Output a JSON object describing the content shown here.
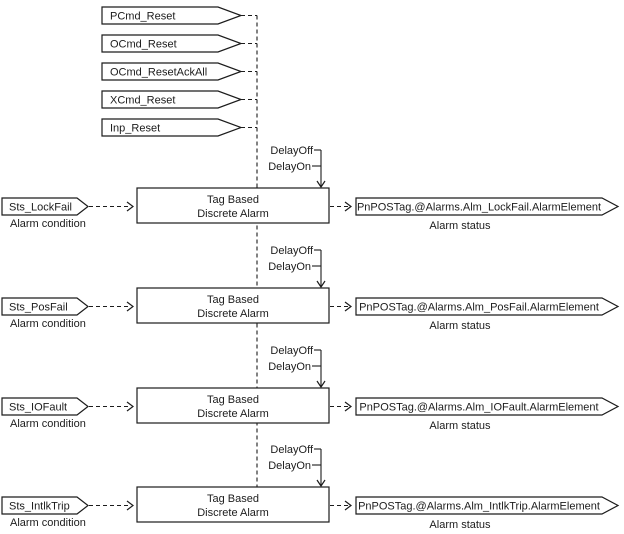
{
  "diagram": {
    "title_hidden": "",
    "reset_commands": [
      "PCmd_Reset",
      "OCmd_Reset",
      "OCmd_ResetAckAll",
      "XCmd_Reset",
      "Inp_Reset"
    ],
    "block": {
      "line1": "Tag Based",
      "line2": "Discrete Alarm"
    },
    "labels": {
      "delay_off": "DelayOff",
      "delay_on": "DelayOn",
      "input_caption": "Alarm condition",
      "output_caption": "Alarm status"
    },
    "rows": [
      {
        "input": "Sts_LockFail",
        "output": "PnPOSTag.@Alarms.Alm_LockFail.AlarmElement"
      },
      {
        "input": "Sts_PosFail",
        "output": "PnPOSTag.@Alarms.Alm_PosFail.AlarmElement"
      },
      {
        "input": "Sts_IOFault",
        "output": "PnPOSTag.@Alarms.Alm_IOFault.AlarmElement"
      },
      {
        "input": "Sts_IntlkTrip",
        "output": "PnPOSTag.@Alarms.Alm_IntlkTrip.AlarmElement"
      }
    ],
    "colors": {
      "line": "#1c1c1c",
      "fill": "#ffffff",
      "background": "#ffffff"
    }
  }
}
